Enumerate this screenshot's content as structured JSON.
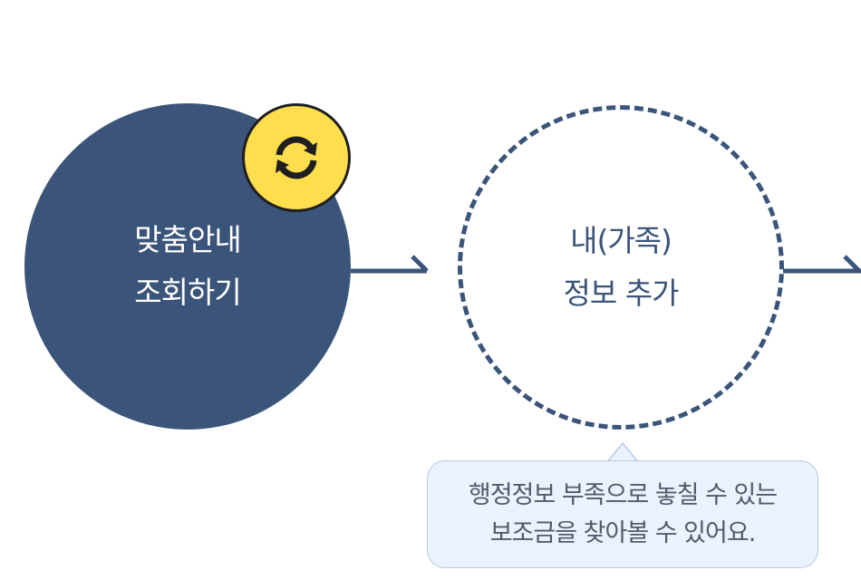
{
  "steps": [
    {
      "line1": "맞춤안내",
      "line2": "조회하기",
      "badge_icon": "refresh-icon"
    },
    {
      "line1": "내(가족)",
      "line2": "정보 추가"
    }
  ],
  "tooltip": {
    "line1": "행정정보 부족으로 놓칠 수 있는",
    "line2": "보조금을 찾아볼 수 있어요."
  },
  "colors": {
    "navy": "#3b5479",
    "badge_yellow": "#ffde4d",
    "tooltip_bg": "#eaf2fd",
    "tooltip_border": "#b7c9e4",
    "tooltip_text": "#555b66"
  }
}
